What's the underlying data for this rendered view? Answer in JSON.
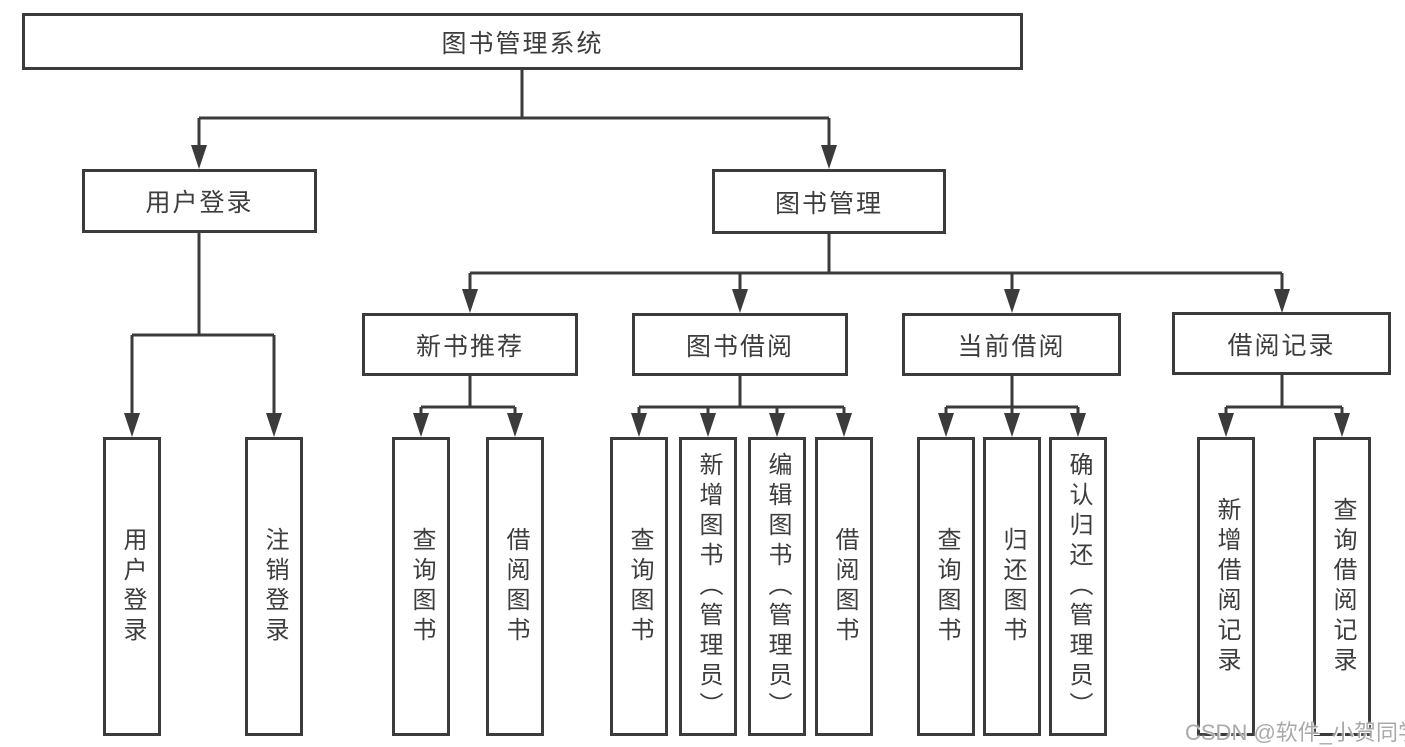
{
  "nodes": {
    "root": "图书管理系统",
    "login": "用户登录",
    "manage": "图书管理",
    "l3": [
      "新书推荐",
      "图书借阅",
      "当前借阅",
      "借阅记录"
    ],
    "leaves": [
      "用户登录",
      "注销登录",
      "查询图书",
      "借阅图书",
      "查询图书",
      "新增图书（管理员）",
      "编辑图书（管理员）",
      "借阅图书",
      "查询图书",
      "归还图书",
      "确认归还（管理员）",
      "新增借阅记录",
      "查询借阅记录"
    ]
  },
  "watermark": "CSDN @软件_小贺同学",
  "colors": {
    "line": "#3b3b3b",
    "text": "#3d3d3d",
    "background": "#ffffff",
    "watermark": "#9b9b9b"
  }
}
